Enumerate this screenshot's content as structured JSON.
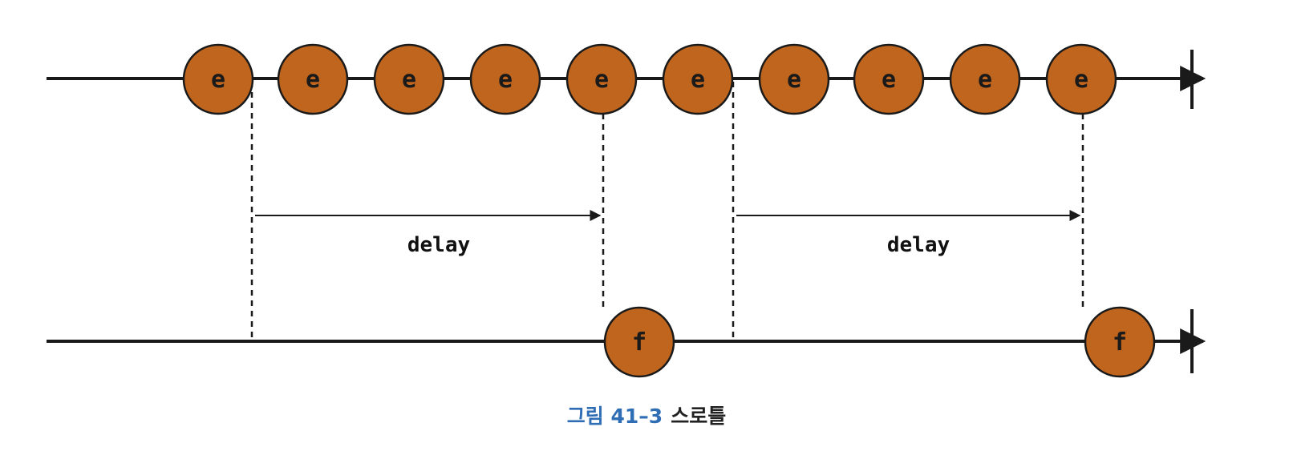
{
  "source_stream": {
    "label": "e",
    "count": 10,
    "fill_color": "#c0651e"
  },
  "throttled_stream": {
    "label": "f",
    "count": 2,
    "fill_color": "#c0651e"
  },
  "delay_label": "delay",
  "caption": {
    "figure_number": "그림 41–3",
    "title": "스로틀"
  }
}
